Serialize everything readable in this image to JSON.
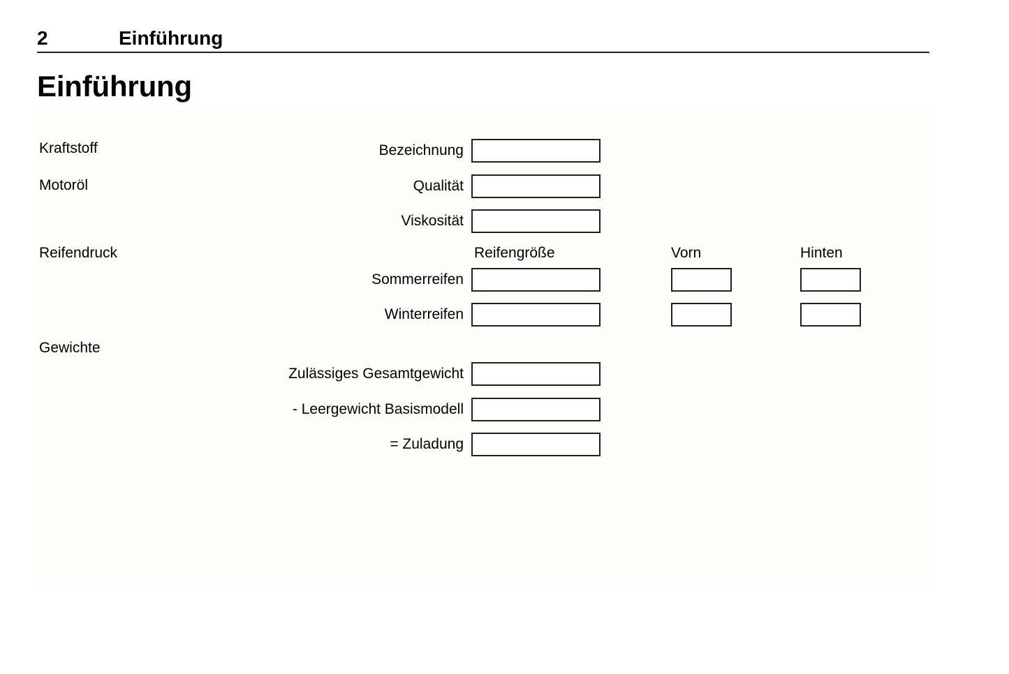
{
  "header": {
    "page_number": "2",
    "chapter": "Einführung"
  },
  "title": "Einführung",
  "sections": [
    {
      "group_label": "Kraftstoff",
      "rows": [
        {
          "label": "Bezeichnung",
          "value": "",
          "boxes": [
            "wide"
          ]
        }
      ]
    },
    {
      "group_label": "Motoröl",
      "rows": [
        {
          "label": "Qualität",
          "value": "",
          "boxes": [
            "wide"
          ]
        },
        {
          "label": "Viskosität",
          "value": "",
          "boxes": [
            "wide"
          ]
        }
      ]
    },
    {
      "group_label": "Reifendruck",
      "column_headers": [
        "Reifengröße",
        "Vorn",
        "Hinten"
      ],
      "rows": [
        {
          "label": "Sommerreifen",
          "value": "",
          "boxes": [
            "wide",
            "front",
            "rear"
          ]
        },
        {
          "label": "Winterreifen",
          "value": "",
          "boxes": [
            "wide",
            "front",
            "rear"
          ]
        }
      ]
    },
    {
      "group_label": "Gewichte",
      "rows": [
        {
          "label": "Zulässiges Gesamtgewicht",
          "value": "",
          "boxes": [
            "wide"
          ]
        },
        {
          "label": "- Leergewicht Basismodell",
          "value": "",
          "boxes": [
            "wide"
          ]
        },
        {
          "label": "= Zuladung",
          "value": "",
          "boxes": [
            "wide"
          ]
        }
      ]
    }
  ],
  "labels": {
    "kraftstoff": "Kraftstoff",
    "motoroel": "Motoröl",
    "reifendruck": "Reifendruck",
    "gewichte": "Gewichte",
    "bezeichnung": "Bezeichnung",
    "qualitaet": "Qualität",
    "viskositaet": "Viskosität",
    "reifengroesse": "Reifengröße",
    "vorn": "Vorn",
    "hinten": "Hinten",
    "sommerreifen": "Sommerreifen",
    "winterreifen": "Winterreifen",
    "zul_gesamtgewicht": "Zulässiges Gesamtgewicht",
    "leergewicht": "- Leergewicht Basismodell",
    "zuladung": "= Zuladung"
  },
  "colors": {
    "ink": "#231f20",
    "panel": "#fffdf9",
    "page": "#ffffff"
  }
}
